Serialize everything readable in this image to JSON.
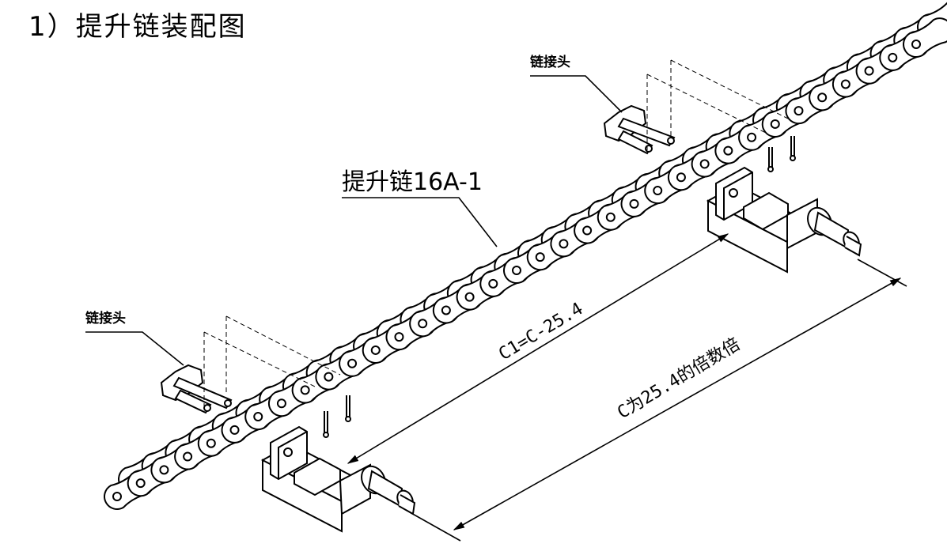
{
  "title": "1）提升链装配图",
  "labels": {
    "connector_top": "链接头",
    "connector_bottom": "链接头",
    "chain_name": "提升链16A-1",
    "dim_c1": "C1=C-25.4",
    "dim_c": "C为25.4的倍数倍"
  },
  "colors": {
    "line": "#000000",
    "background": "#ffffff"
  }
}
